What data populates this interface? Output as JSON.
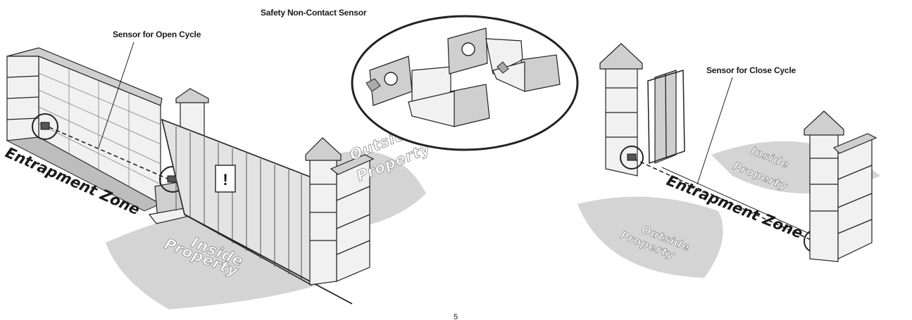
{
  "labels": {
    "sensor_open": "Sensor for Open Cycle",
    "sensor_close": "Sensor for Close Cycle",
    "safety_sensor": "Safety Non-Contact Sensor",
    "zone_left": "Entrapment Zone",
    "zone_right": "Entrapment Zone",
    "left_outside_1": "Outside",
    "left_outside_2": "Property",
    "left_inside_1": "Inside",
    "left_inside_2": "Property",
    "right_inside_1": "Inside",
    "right_inside_2": "Property",
    "right_outside_1": "Outside",
    "right_outside_2": "Property",
    "warning_symbol": "!",
    "page_number": "5"
  },
  "colors": {
    "ground": "#d4d4d4",
    "line": "#222222",
    "block_light": "#f1f1f1",
    "block_dark": "#cfcfcf"
  },
  "icons": [
    "sensor-icon",
    "warning-sign-icon"
  ]
}
